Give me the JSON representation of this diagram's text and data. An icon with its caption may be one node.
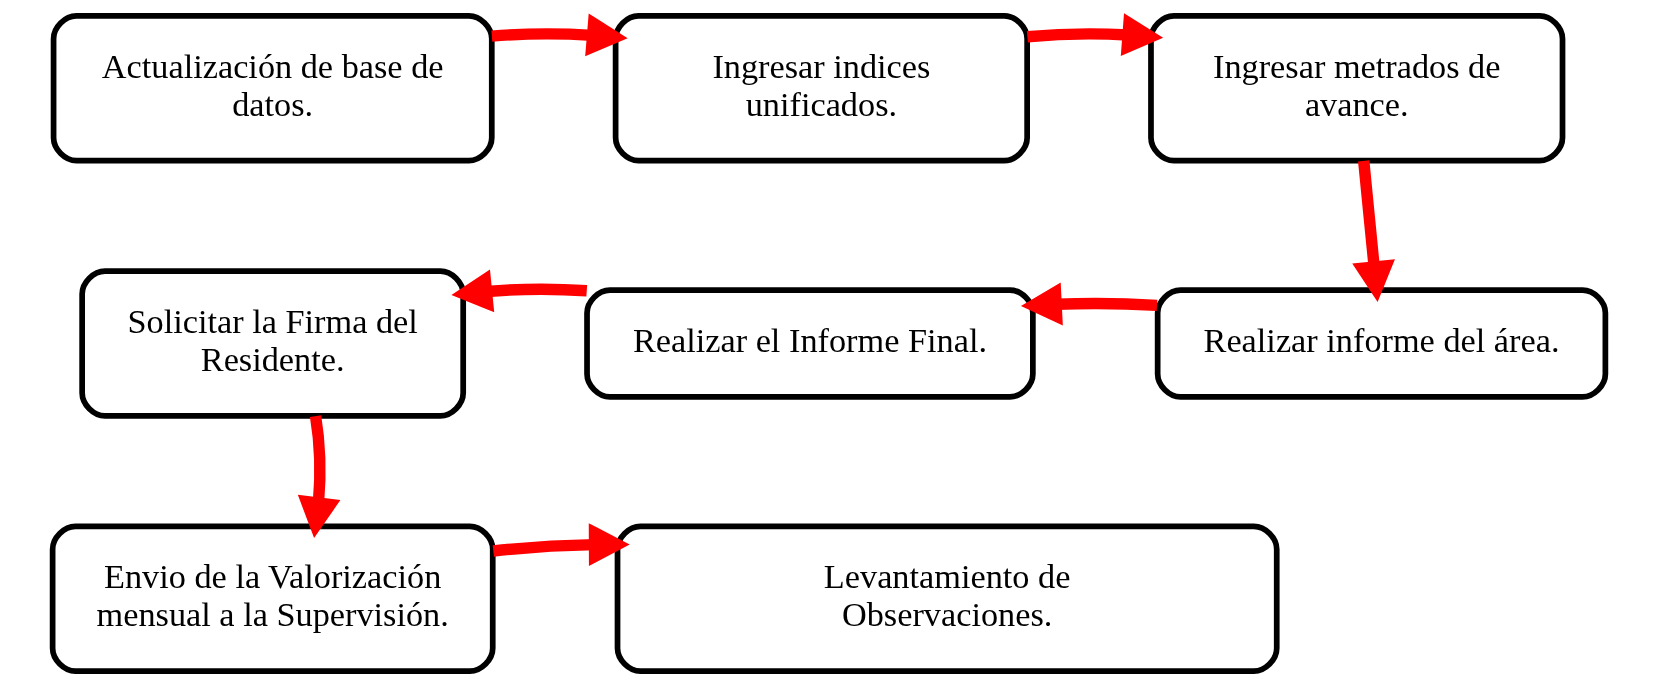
{
  "diagram": {
    "nodes": [
      {
        "text": [
          "Actualización de base de datos."
        ]
      },
      {
        "text": [
          "Ingresar indices unificados."
        ]
      },
      {
        "text": [
          "Ingresar metrados de avance."
        ]
      },
      {
        "text": [
          "Realizar informe del área."
        ]
      },
      {
        "text": [
          "Realizar el Informe Final."
        ]
      },
      {
        "text": [
          "Solicitar la Firma del Residente."
        ]
      },
      {
        "text": [
          "Envio de la Valorización mensual a la Supervisión."
        ]
      },
      {
        "text": [
          "Levantamiento de Observaciones."
        ]
      }
    ],
    "edges": [
      {
        "from": 0,
        "to": 1,
        "arrow": "to"
      },
      {
        "from": 1,
        "to": 2,
        "arrow": "to"
      },
      {
        "from": 2,
        "to": 3,
        "arrow": "to"
      },
      {
        "from": 3,
        "to": 4,
        "arrow": "to"
      },
      {
        "from": 4,
        "to": 5,
        "arrow": "to"
      },
      {
        "from": 5,
        "to": 6,
        "arrow": "to"
      },
      {
        "from": 6,
        "to": 7,
        "arrow": "to"
      }
    ]
  }
}
